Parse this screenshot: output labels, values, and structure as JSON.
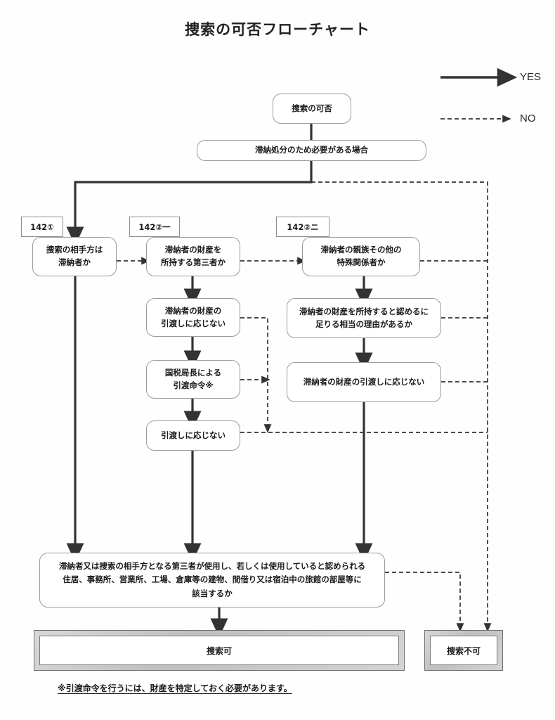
{
  "document": {
    "title": "捜索の可否フローチャート",
    "footnote": "※引渡命令を行うには、財産を特定しておく必要があります。"
  },
  "legend": {
    "yes_label": "YES",
    "no_label": "NO",
    "yes_style": "solid-arrow",
    "no_style": "dashed-arrow",
    "line_color": "#333333"
  },
  "chart_data": {
    "type": "diagram",
    "title": "捜索の可否フローチャート",
    "nodes": [
      {
        "id": "start",
        "label": "捜索の可否",
        "shape": "rounded"
      },
      {
        "id": "need",
        "label": "滞納処分のため必要がある場合",
        "shape": "rounded"
      },
      {
        "id": "q1",
        "label": "捜索の相手方は\n滞納者か",
        "shape": "rounded",
        "tag": "142①"
      },
      {
        "id": "q2",
        "label": "滞納者の財産を\n所持する第三者か",
        "shape": "rounded",
        "tag": "142②一"
      },
      {
        "id": "q3",
        "label": "滞納者の親族その他の\n特殊関係者か",
        "shape": "rounded",
        "tag": "142②ニ"
      },
      {
        "id": "m1",
        "label": "滞納者の財産の\n引渡しに応じない",
        "shape": "rounded"
      },
      {
        "id": "m2",
        "label": "国税局長による\n引渡命令※",
        "shape": "rounded"
      },
      {
        "id": "m3",
        "label": "引渡しに応じない",
        "shape": "rounded"
      },
      {
        "id": "r1",
        "label": "滞納者の財産を所持すると認めるに\n足りる相当の理由があるか",
        "shape": "rounded"
      },
      {
        "id": "r2",
        "label": "滞納者の財産の引渡しに応じない",
        "shape": "rounded"
      },
      {
        "id": "big",
        "label": "滞納者又は捜索の相手方となる第三者が使用し、若しくは使用していると認められる\n住居、事務所、営業所、工場、倉庫等の建物、間借り又は宿泊中の旅館の部屋等に\n該当するか",
        "shape": "rounded"
      },
      {
        "id": "ok",
        "label": "捜索可",
        "shape": "beveled-terminal"
      },
      {
        "id": "ng",
        "label": "捜索不可",
        "shape": "beveled-terminal"
      }
    ],
    "edges": [
      {
        "from": "start",
        "to": "need",
        "type": "solid"
      },
      {
        "from": "need",
        "to": "q1",
        "type": "solid",
        "branch": "YES"
      },
      {
        "from": "need",
        "to": "ng",
        "type": "dashed",
        "branch": "NO"
      },
      {
        "from": "q1",
        "to": "big",
        "type": "solid",
        "branch": "YES"
      },
      {
        "from": "q1",
        "to": "q2",
        "type": "dashed",
        "branch": "NO"
      },
      {
        "from": "q2",
        "to": "m1",
        "type": "solid",
        "branch": "YES"
      },
      {
        "from": "q2",
        "to": "q3",
        "type": "dashed",
        "branch": "NO"
      },
      {
        "from": "q3",
        "to": "r1",
        "type": "solid",
        "branch": "YES"
      },
      {
        "from": "q3",
        "to": "ng",
        "type": "dashed",
        "branch": "NO"
      },
      {
        "from": "m1",
        "to": "m2",
        "type": "solid",
        "branch": "YES"
      },
      {
        "from": "m1",
        "to": "m3-join",
        "type": "dashed",
        "branch": "NO"
      },
      {
        "from": "m2",
        "to": "m3",
        "type": "solid",
        "branch": "YES"
      },
      {
        "from": "m2",
        "to": "m3-join",
        "type": "dashed",
        "branch": "NO"
      },
      {
        "from": "m3",
        "to": "big",
        "type": "solid",
        "branch": "YES"
      },
      {
        "from": "m3",
        "to": "ng",
        "type": "dashed",
        "branch": "NO"
      },
      {
        "from": "r1",
        "to": "r2",
        "type": "solid",
        "branch": "YES"
      },
      {
        "from": "r1",
        "to": "ng",
        "type": "dashed",
        "branch": "NO"
      },
      {
        "from": "r2",
        "to": "big",
        "type": "solid",
        "branch": "YES"
      },
      {
        "from": "r2",
        "to": "ng",
        "type": "dashed",
        "branch": "NO"
      },
      {
        "from": "big",
        "to": "ok",
        "type": "solid",
        "branch": "YES"
      },
      {
        "from": "big",
        "to": "ng",
        "type": "dashed",
        "branch": "NO"
      }
    ]
  },
  "nodes": {
    "start": {
      "label": "捜索の可否"
    },
    "need": {
      "label": "滞納処分のため必要がある場合"
    },
    "q1": {
      "tag": "142①",
      "line1": "捜索の相手方は",
      "line2": "滞納者か"
    },
    "q2": {
      "tag": "142②一",
      "line1": "滞納者の財産を",
      "line2": "所持する第三者か"
    },
    "q3": {
      "tag": "142②ニ",
      "line1": "滞納者の親族その他の",
      "line2": "特殊関係者か"
    },
    "m1": {
      "line1": "滞納者の財産の",
      "line2": "引渡しに応じない"
    },
    "m2": {
      "line1": "国税局長による",
      "line2": "引渡命令※"
    },
    "m3": {
      "line1": "引渡しに応じない"
    },
    "r1": {
      "line1": "滞納者の財産を所持すると認めるに",
      "line2": "足りる相当の理由があるか"
    },
    "r2": {
      "line1": "滞納者の財産の引渡しに応じない"
    },
    "big": {
      "line1": "滞納者又は捜索の相手方となる第三者が使用し、若しくは使用していると認められる",
      "line2": "住居、事務所、営業所、工場、倉庫等の建物、間借り又は宿泊中の旅館の部屋等に",
      "line3": "該当するか"
    },
    "ok": {
      "label": "捜索可"
    },
    "ng": {
      "label": "捜索不可"
    }
  }
}
